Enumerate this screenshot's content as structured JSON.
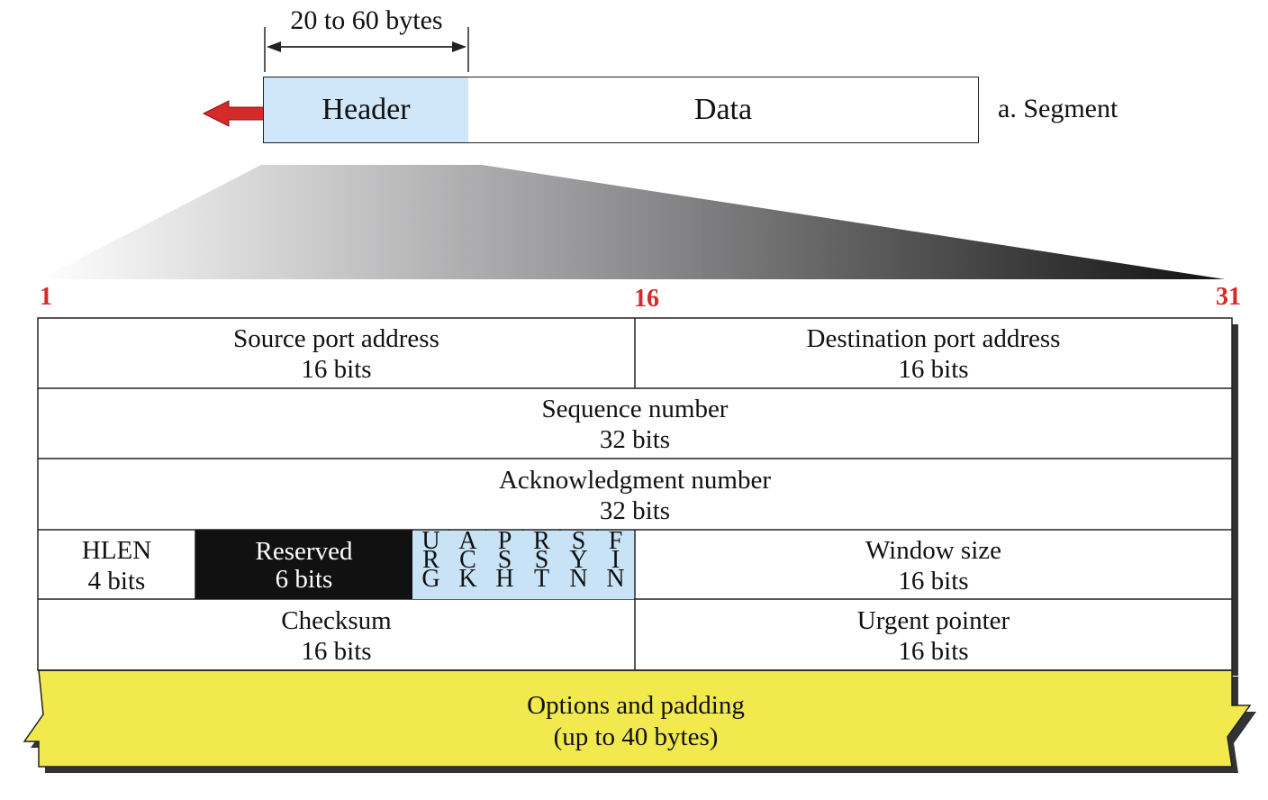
{
  "segment": {
    "size_label": "20 to 60 bytes",
    "header_label": "Header",
    "data_label": "Data",
    "caption": "a. Segment"
  },
  "bit_positions": {
    "start": "1",
    "middle": "16",
    "end": "31"
  },
  "fields": {
    "source_port": {
      "name": "Source port address",
      "size": "16 bits"
    },
    "destination_port": {
      "name": "Destination port address",
      "size": "16 bits"
    },
    "sequence_number": {
      "name": "Sequence number",
      "size": "32 bits"
    },
    "acknowledgment_number": {
      "name": "Acknowledgment number",
      "size": "32 bits"
    },
    "hlen": {
      "name": "HLEN",
      "size": "4 bits"
    },
    "reserved": {
      "name": "Reserved",
      "size": "6 bits"
    },
    "flags": [
      {
        "letters": [
          "U",
          "R",
          "G"
        ]
      },
      {
        "letters": [
          "A",
          "C",
          "K"
        ]
      },
      {
        "letters": [
          "P",
          "S",
          "H"
        ]
      },
      {
        "letters": [
          "R",
          "S",
          "T"
        ]
      },
      {
        "letters": [
          "S",
          "Y",
          "N"
        ]
      },
      {
        "letters": [
          "F",
          "I",
          "N"
        ]
      }
    ],
    "window_size": {
      "name": "Window size",
      "size": "16 bits"
    },
    "checksum": {
      "name": "Checksum",
      "size": "16 bits"
    },
    "urgent_pointer": {
      "name": "Urgent pointer",
      "size": "16 bits"
    },
    "options": {
      "name": "Options and padding",
      "size": "(up to 40 bytes)"
    }
  },
  "colors": {
    "header_fill": "#cfe7f8",
    "flag_fill": "#c8e3f6",
    "reserved_fill": "#111111",
    "options_fill": "#f1e94e",
    "arrow": "#d42a2a",
    "bit_number": "#d42a2a",
    "shadow": "#333333"
  }
}
